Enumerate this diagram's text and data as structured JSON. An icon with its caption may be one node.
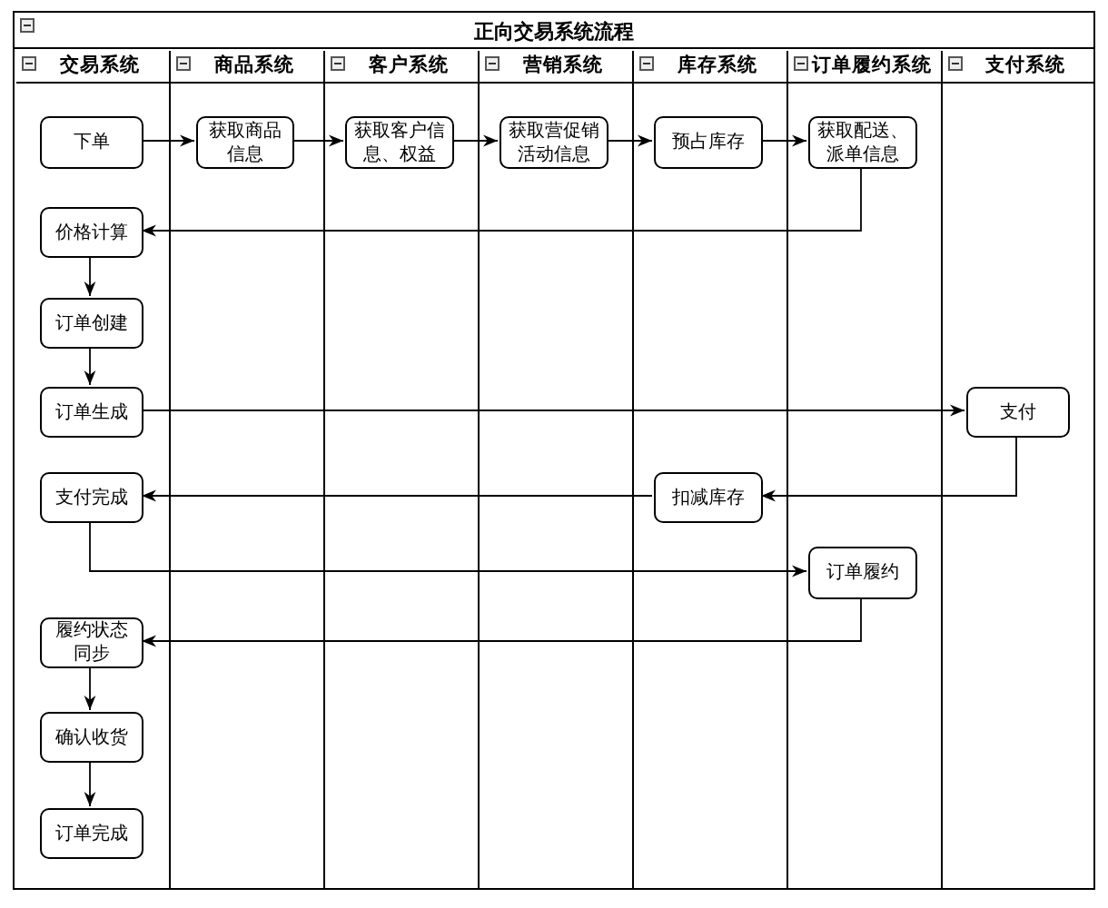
{
  "diagram": {
    "nodes": [
      {
        "text": [
          "正向交易系统流程"
        ]
      },
      {
        "text": [
          "交易系统"
        ],
        "in": 0
      },
      {
        "text": [
          "商品系统"
        ],
        "in": 0
      },
      {
        "text": [
          "客户系统"
        ],
        "in": 0
      },
      {
        "text": [
          "营销系统"
        ],
        "in": 0
      },
      {
        "text": [
          "库存系统"
        ],
        "in": 0
      },
      {
        "text": [
          "订单履约系统"
        ],
        "in": 0
      },
      {
        "text": [
          "支付系统"
        ],
        "in": 0
      },
      {
        "text": [
          "下单"
        ],
        "in": 1
      },
      {
        "text": [
          "获取商品信息"
        ],
        "in": 2
      },
      {
        "text": [
          "获取客户信息、权益"
        ],
        "in": 3
      },
      {
        "text": [
          "获取营促销活动信息"
        ],
        "in": 4
      },
      {
        "text": [
          "预占库存"
        ],
        "in": 5
      },
      {
        "text": [
          "获取配送、派单信息"
        ],
        "in": 6
      },
      {
        "text": [
          "价格计算"
        ],
        "in": 1
      },
      {
        "text": [
          "订单创建"
        ],
        "in": 1
      },
      {
        "text": [
          "订单生成"
        ],
        "in": 1
      },
      {
        "text": [
          "支付"
        ],
        "in": 7
      },
      {
        "text": [
          "支付完成"
        ],
        "in": 1
      },
      {
        "text": [
          "扣减库存"
        ],
        "in": 5
      },
      {
        "text": [
          "订单履约"
        ],
        "in": 6
      },
      {
        "text": [
          "履约状态同步"
        ],
        "in": 1
      },
      {
        "text": [
          "确认收货"
        ],
        "in": 1
      },
      {
        "text": [
          "订单完成"
        ],
        "in": 1
      }
    ],
    "edges": [
      {
        "from": 8,
        "to": 9,
        "arrow": "to"
      },
      {
        "from": 9,
        "to": 10,
        "arrow": "to"
      },
      {
        "from": 10,
        "to": 11,
        "arrow": "to"
      },
      {
        "from": 11,
        "to": 12,
        "arrow": "to"
      },
      {
        "from": 12,
        "to": 13,
        "arrow": "to"
      },
      {
        "from": 13,
        "to": 14,
        "arrow": "to"
      },
      {
        "from": 14,
        "to": 15,
        "arrow": "to"
      },
      {
        "from": 15,
        "to": 16,
        "arrow": "to"
      },
      {
        "from": 16,
        "to": 17,
        "arrow": "to"
      },
      {
        "from": 17,
        "to": 19,
        "arrow": "to"
      },
      {
        "from": 19,
        "to": 18,
        "arrow": "to"
      },
      {
        "from": 18,
        "to": 20,
        "arrow": "to"
      },
      {
        "from": 20,
        "to": 21,
        "arrow": "to"
      },
      {
        "from": 21,
        "to": 22,
        "arrow": "to"
      },
      {
        "from": 22,
        "to": 23,
        "arrow": "to"
      }
    ]
  }
}
